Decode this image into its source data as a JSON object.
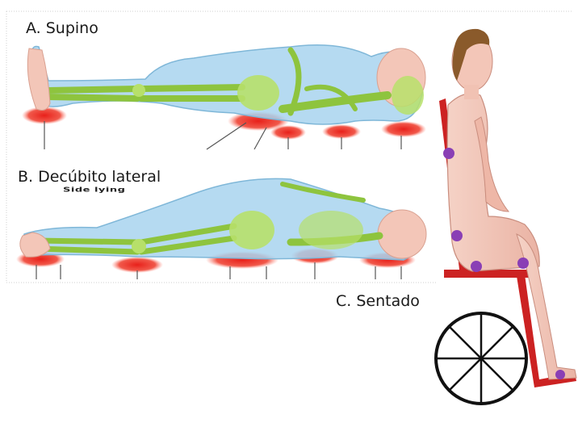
{
  "labels": {
    "supine": "A. Supino",
    "side_lying_original": "Side lying",
    "lateral": "B. Decúbito lateral",
    "seated": "C.  Sentado"
  },
  "colors": {
    "pressure_point": "#e8201a",
    "pressure_point_seated": "#8a3fb5",
    "body_translucent": "#a8d4ee",
    "skeleton": "#b7e06a",
    "skin": "#f3c6b8",
    "wheelchair_frame": "#cc2222",
    "wheel": "#111111"
  }
}
